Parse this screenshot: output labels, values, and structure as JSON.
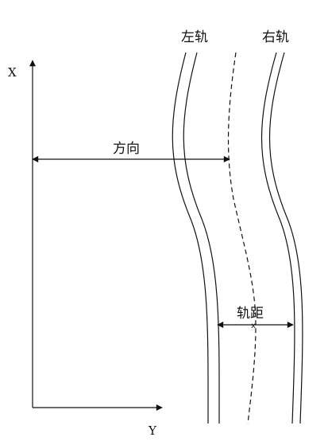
{
  "labels": {
    "left_rail": "左轨",
    "right_rail": "右轨",
    "direction": "方向",
    "gauge": "轨距",
    "x_axis": "X",
    "y_axis": "Y",
    "gauge_marker": "x"
  },
  "colors": {
    "ink": "#111111",
    "background": "#ffffff"
  }
}
